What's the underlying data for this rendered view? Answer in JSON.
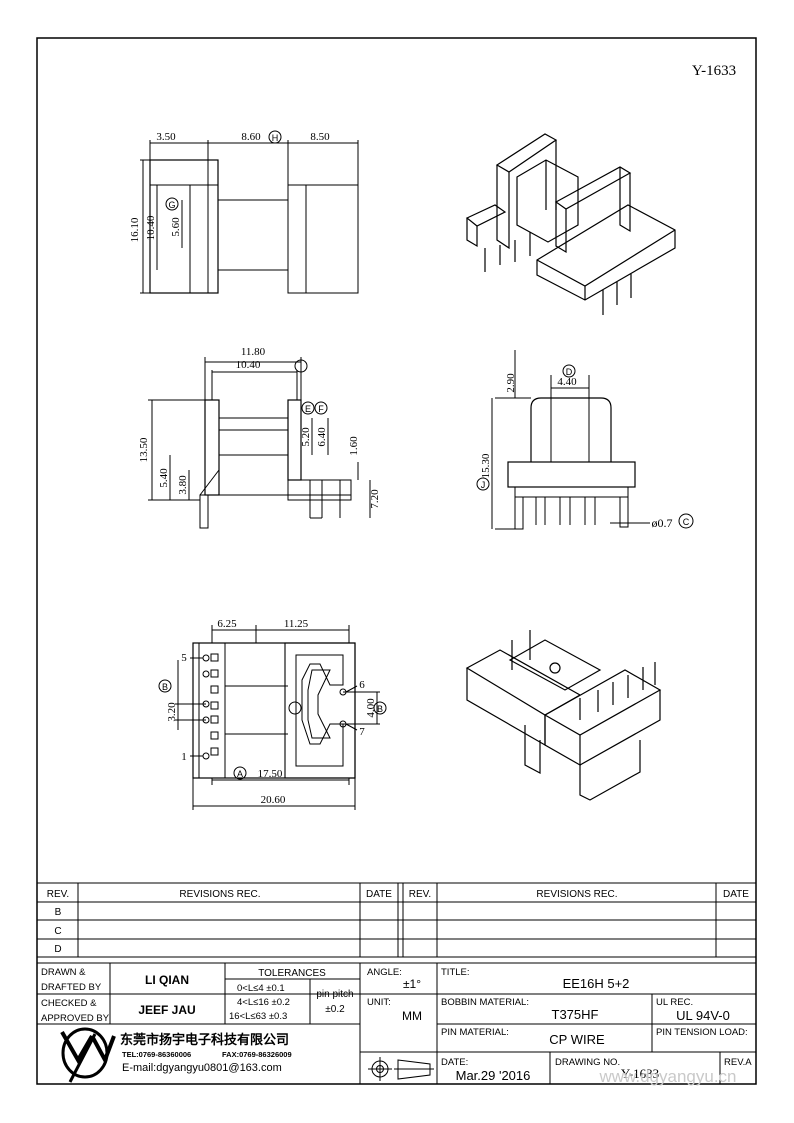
{
  "drawing_id": "Y-1633",
  "top_view": {
    "dims": [
      "3.50",
      "8.60",
      "8.50",
      "16.10",
      "10.40",
      "5.60"
    ],
    "callouts": [
      "H",
      "G"
    ]
  },
  "side_view": {
    "dims": [
      "11.80",
      "10.40",
      "13.50",
      "5.40",
      "3.80",
      "5.20",
      "6.40",
      "1.60",
      "7.20"
    ],
    "callouts": [
      "I",
      "E",
      "F"
    ]
  },
  "front_view": {
    "dims": [
      "2.90",
      "4.40",
      "15.30",
      "ø0.7"
    ],
    "callouts": [
      "D",
      "J",
      "C"
    ]
  },
  "bottom_view": {
    "dims": [
      "6.25",
      "11.25",
      "3.20",
      "4.00",
      "17.50",
      "20.60"
    ],
    "pin_labels": [
      "5",
      "1",
      "6",
      "7"
    ],
    "callouts": [
      "B",
      "B",
      "A"
    ]
  },
  "revisions": {
    "header_rev": "REV.",
    "header_rec": "REVISIONS   REC.",
    "header_date": "DATE",
    "rows": [
      "B",
      "C",
      "D"
    ]
  },
  "title_block": {
    "drawn_label": "DRAWN &\nDRAFTED BY",
    "drawn_value": "LI QIAN",
    "checked_label": "CHECKED &\nAPPROVED BY",
    "checked_value": "JEEF JAU",
    "tolerances_label": "TOLERANCES",
    "tol_rows": [
      "0<L≤4   ±0.1",
      "4<L≤16  ±0.2",
      "16<L≤63 ±0.3"
    ],
    "pin_pitch_label": "pin pitch",
    "pin_pitch_value": "±0.2",
    "angle_label": "ANGLE:",
    "angle_value": "±1°",
    "unit_label": "UNIT:",
    "unit_value": "MM",
    "title_label": "TITLE:",
    "title_value": "EE16H 5+2",
    "bobbin_label": "BOBBIN MATERIAL:",
    "bobbin_value": "T375HF",
    "ul_label": "UL REC.",
    "ul_value": "UL 94V-0",
    "pin_mat_label": "PIN MATERIAL:",
    "pin_mat_value": "CP WIRE",
    "pin_tension_label": "PIN TENSION LOAD:",
    "date_label": "DATE:",
    "date_value": "Mar.29  '2016",
    "drawing_no_label": "DRAWING NO.",
    "drawing_no_value": "Y-1633",
    "rev_label": "REV.A",
    "company_name": "东莞市扬宇电子科技有限公司",
    "company_tel": "TEL:0769-86360006",
    "company_fax": "FAX:0769-86326009",
    "company_email": "E-mail:dgyangyu0801@163.com",
    "watermark": "www.dgyangyu.cn"
  }
}
